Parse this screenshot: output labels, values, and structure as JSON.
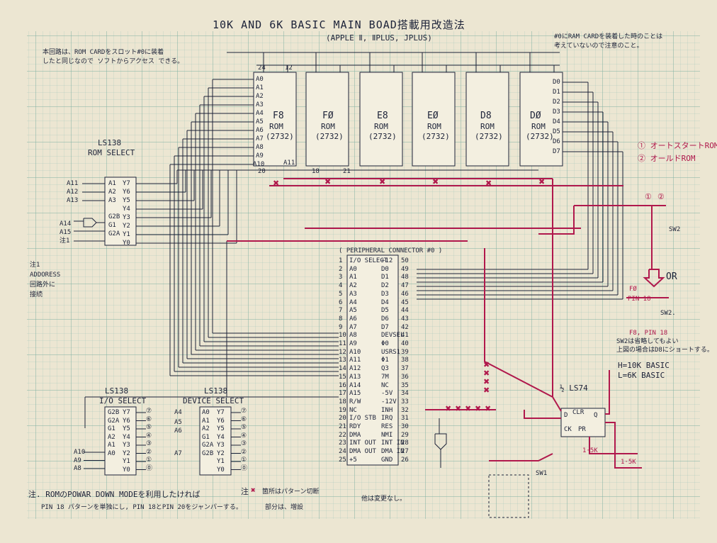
{
  "title": "10K AND 6K BASIC MAIN BOAD搭載用改造法",
  "subtitle": "(APPLE Ⅱ, ⅡPLUS, JPLUS)",
  "note_topleft": [
    "本回路は、ROM CARDをスロット#0に装着",
    "したと同じなので ソフトからアクセス できる。"
  ],
  "note_topright": [
    "#0にRAM CARDを装着した時のことは",
    "考えていないので注意のこと。"
  ],
  "roms": [
    {
      "name": "F8",
      "type": "ROM",
      "part": "(2732)"
    },
    {
      "name": "FØ",
      "type": "ROM",
      "part": "(2732)"
    },
    {
      "name": "E8",
      "type": "ROM",
      "part": "(2732)"
    },
    {
      "name": "EØ",
      "type": "ROM",
      "part": "(2732)"
    },
    {
      "name": "D8",
      "type": "ROM",
      "part": "(2732)"
    },
    {
      "name": "DØ",
      "type": "ROM",
      "part": "(2732)"
    }
  ],
  "rom_pins": {
    "vcc": "24",
    "pin12": "12",
    "pin20": "20",
    "pin18": "18",
    "pin21": "21",
    "a11": "A11"
  },
  "address_pins": [
    "A0",
    "A1",
    "A2",
    "A3",
    "A4",
    "A5",
    "A6",
    "A7",
    "A8",
    "A9",
    "A10"
  ],
  "data_pins": [
    "D0",
    "D1",
    "D2",
    "D3",
    "D4",
    "D5",
    "D6",
    "D7"
  ],
  "rom_select": {
    "part": "LS138",
    "label": "ROM SELECT",
    "inputs": [
      "A1",
      "A2",
      "A3",
      "G1",
      "G2A",
      "G2B"
    ],
    "outputs": [
      "Y7",
      "Y6",
      "Y5",
      "Y4",
      "Y3",
      "Y2",
      "Y1",
      "Y0"
    ],
    "signals": [
      "A11",
      "A12",
      "A13",
      "A14",
      "A15",
      "注1"
    ]
  },
  "note1": [
    "注1",
    "ADDORESS",
    "回路外に",
    "接続"
  ],
  "connector": {
    "title": "( PERIPHERAL CONNECTOR #0 )",
    "left_numbers": [
      "1",
      "2",
      "3",
      "4",
      "5",
      "6",
      "7",
      "8",
      "9",
      "10",
      "11",
      "12",
      "13",
      "14",
      "15",
      "16",
      "17",
      "18",
      "19",
      "20",
      "21",
      "22",
      "23",
      "24",
      "25"
    ],
    "left_labels": [
      "I/O SELECT",
      "A0",
      "A1",
      "A2",
      "A3",
      "A4",
      "A5",
      "A6",
      "A7",
      "A8",
      "A9",
      "A10",
      "A11",
      "A12",
      "A13",
      "A14",
      "A15",
      "R/W",
      "NC",
      "I/O STB",
      "RDY",
      "DMA",
      "INT OUT",
      "DMA OUT",
      "+5"
    ],
    "right_numbers": [
      "50",
      "49",
      "48",
      "47",
      "46",
      "45",
      "44",
      "43",
      "42",
      "41",
      "40",
      "39",
      "38",
      "37",
      "36",
      "35",
      "34",
      "33",
      "32",
      "31",
      "30",
      "29",
      "28",
      "27",
      "26"
    ],
    "right_labels": [
      "+12",
      "D0",
      "D1",
      "D2",
      "D3",
      "D4",
      "D5",
      "D6",
      "D7",
      "DEVSEL",
      "Φ0",
      "USRS1",
      "Φ1",
      "Q3",
      "7M",
      "NC",
      "-5V",
      "-12V",
      "INH",
      "IRQ",
      "RES",
      "NMI",
      "INT IN",
      "DMA IN",
      "GND"
    ]
  },
  "io_select": {
    "part": "LS138",
    "label": "I/O SELECT",
    "inputs": [
      "G2B",
      "G2A",
      "G1",
      "A2",
      "A1",
      "A0"
    ],
    "signals": [
      "A10",
      "A9",
      "A8"
    ],
    "outputs": [
      "Y7",
      "Y6",
      "Y5",
      "Y4",
      "Y3",
      "Y2",
      "Y1",
      "Y0"
    ],
    "circled": [
      "⑦",
      "⑥",
      "⑤",
      "④",
      "③",
      "②",
      "①",
      "⓪"
    ]
  },
  "device_select": {
    "part": "LS138",
    "label": "DEVICE SELECT",
    "inputs": [
      "A0",
      "A1",
      "A2",
      "G1",
      "G2A",
      "G2B"
    ],
    "signals": [
      "A4",
      "A5",
      "A6",
      "A7"
    ],
    "outputs": [
      "Y7",
      "Y6",
      "Y5",
      "Y4",
      "Y3",
      "Y2",
      "Y1",
      "Y0"
    ],
    "circled": [
      "⑦",
      "⑥",
      "⑤",
      "④",
      "③",
      "②",
      "①",
      "⓪"
    ]
  },
  "legend_rom": [
    "① オートスタートROM",
    "② オールドROM"
  ],
  "sw2": {
    "label": "SW2",
    "positions": [
      "①",
      "②"
    ]
  },
  "or_label": "OR",
  "alt_switch": {
    "pin_a": "FØ",
    "pin_b": "PIN 18",
    "sw": "SW2.",
    "note_title": "F8, PIN 18",
    "note": [
      "SW2は省略してもよい",
      "上図の場合はD8にショートする。"
    ]
  },
  "basic_select": [
    "H=10K BASIC",
    "L=6K BASIC"
  ],
  "ls74": {
    "label": "½ LS74",
    "d": "D",
    "clr": "CLR",
    "q": "Q",
    "ck": "CK",
    "pr": "PR"
  },
  "resistors": [
    "1·5K",
    "1·5K"
  ],
  "sw1": "SW1",
  "footnote_left": [
    "注. ROMのPOWAR DOWN MODEを利用したければ",
    "PIN 18 パターンを単独にし, PIN 18とPIN 20をジャンパーする。"
  ],
  "legend_cut": {
    "mark": "注",
    "text": "箇所はパターン切断"
  },
  "legend_add": "部分は、増設",
  "legend_other": "他は変更なし。"
}
